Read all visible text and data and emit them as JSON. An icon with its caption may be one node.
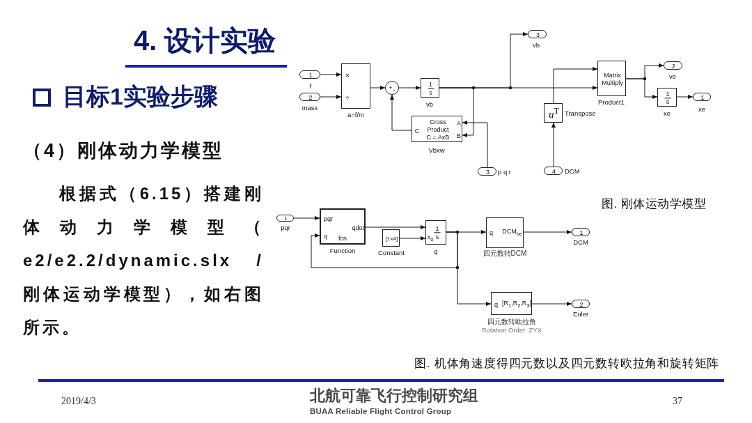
{
  "diagram": {
    "title": "4. 设计实验",
    "nodes": [
      {
        "text": [
          "1"
        ],
        "beside": [
          "f"
        ]
      },
      {
        "text": [
          "2"
        ],
        "beside": [
          "mass"
        ]
      },
      {
        "text": [
          "×",
          "÷"
        ],
        "beside": [
          "a=f/m"
        ]
      },
      {
        "text": [
          "+",
          "-"
        ]
      },
      {
        "text": [
          "1",
          "s"
        ],
        "beside": [
          "vb"
        ]
      },
      {
        "text": [
          "A",
          "B",
          "C",
          "Cross Product C = AxB"
        ],
        "beside": [
          "Vbxw"
        ]
      },
      {
        "text": [
          "3"
        ],
        "beside": [
          "vb"
        ]
      },
      {
        "text": [
          "Matrix Multiply"
        ],
        "beside": [
          "Product1"
        ]
      },
      {
        "text": [
          "*u*$^{T}$"
        ],
        "beside": [
          "Transpose"
        ]
      },
      {
        "text": [
          "2"
        ],
        "beside": [
          "ve"
        ]
      },
      {
        "text": [
          "1",
          "s"
        ],
        "beside": [
          "xe"
        ]
      },
      {
        "text": [
          "1"
        ],
        "beside": [
          "xe"
        ]
      },
      {
        "text": [
          "3"
        ],
        "beside": [
          "p q r"
        ]
      },
      {
        "text": [
          "4"
        ],
        "beside": [
          "DCM"
        ]
      },
      {
        "text": [
          "1"
        ],
        "beside": [
          "pqr"
        ]
      },
      {
        "text": [
          "pqr",
          "q",
          "qdot",
          "fcn"
        ],
        "beside": [
          "Function"
        ]
      },
      {
        "text": [
          "[1x4]"
        ],
        "beside": [
          "Constant"
        ]
      },
      {
        "text": [
          "x$_{0}$",
          "1",
          "s"
        ],
        "beside": [
          "q"
        ]
      },
      {
        "text": [
          "q",
          "DCM$_{be}$"
        ],
        "beside": [
          "四元数转DCM"
        ]
      },
      {
        "text": [
          "1"
        ],
        "beside": [
          "DCM"
        ]
      },
      {
        "text": [
          "q",
          "[R$_{1}$,R$_{2}$,R$_{3}$]"
        ],
        "beside": [
          "四元数转欧拉角",
          "Rotation Order: ZYX"
        ]
      },
      {
        "text": [
          "2"
        ],
        "beside": [
          "Euler"
        ]
      }
    ],
    "edges": [
      {
        "from": 0,
        "to": 2,
        "arrow": "to"
      },
      {
        "from": 1,
        "to": 2,
        "arrow": "to"
      },
      {
        "from": 2,
        "to": 3,
        "arrow": "to"
      },
      {
        "from": 3,
        "to": 4,
        "arrow": "to"
      },
      {
        "from": 4,
        "to": 5,
        "arrow": "to"
      },
      {
        "from": 4,
        "to": 6,
        "arrow": "to"
      },
      {
        "from": 4,
        "to": 7,
        "arrow": "to"
      },
      {
        "from": 12,
        "to": 5,
        "arrow": "to"
      },
      {
        "from": 5,
        "to": 3,
        "arrow": "to"
      },
      {
        "from": 13,
        "to": 8,
        "arrow": "to"
      },
      {
        "from": 8,
        "to": 7,
        "arrow": "to"
      },
      {
        "from": 7,
        "to": 9,
        "arrow": "to"
      },
      {
        "from": 7,
        "to": 10,
        "arrow": "to"
      },
      {
        "from": 10,
        "to": 11,
        "arrow": "to"
      },
      {
        "from": 14,
        "to": 15,
        "arrow": "to"
      },
      {
        "from": 15,
        "to": 17,
        "arrow": "to"
      },
      {
        "from": 16,
        "to": 17,
        "arrow": "to"
      },
      {
        "from": 17,
        "to": 15,
        "arrow": "to"
      },
      {
        "from": 17,
        "to": 18,
        "arrow": "to"
      },
      {
        "from": 17,
        "to": 20,
        "arrow": "to"
      },
      {
        "from": 18,
        "to": 19,
        "arrow": "to"
      },
      {
        "from": 20,
        "to": 21,
        "arrow": "to"
      }
    ],
    "labels": [
      "目标1实验步骤",
      "（4）刚体动力学模型",
      "根据式（6.15）搭建刚体动力学模型（ e2/e2.2/dynamic.slx /刚体运动学模型），如右图所示。",
      "图. 刚体运动学模型",
      "图. 机体角速度得四元数以及四元数转欧拉角和旋转矩阵",
      "2019/4/3",
      "北航可靠飞行控制研究组",
      "BUAA Reliable Flight Control Group",
      "37"
    ]
  }
}
